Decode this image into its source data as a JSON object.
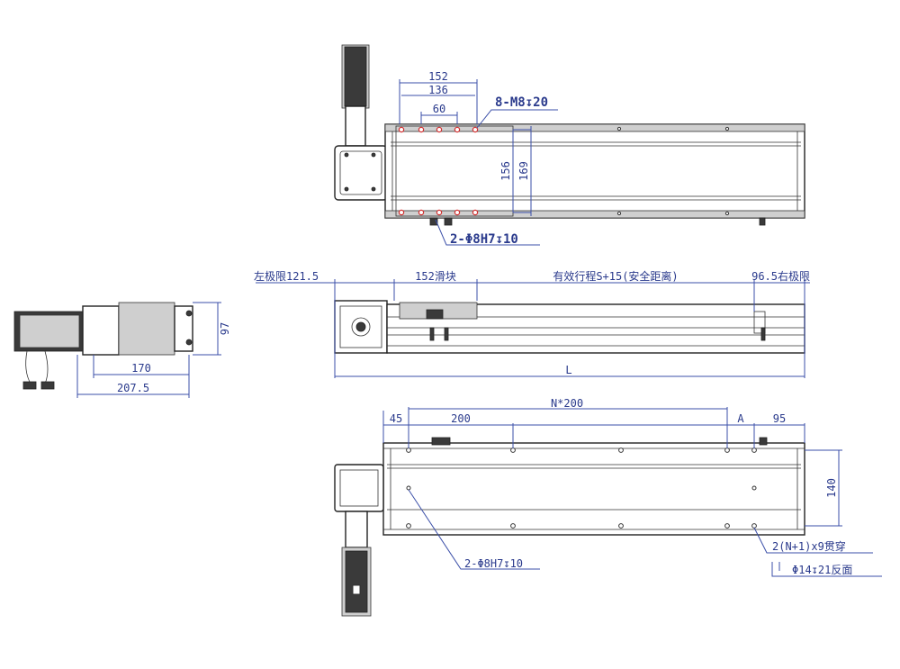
{
  "top_view": {
    "dim_152": "152",
    "dim_136": "136",
    "dim_60": "60",
    "dim_156": "156",
    "dim_169": "169",
    "callout_thread": "8-M8↧20",
    "callout_pin": "2-Φ8H7↧10"
  },
  "side_view": {
    "left_limit": "左极限121.5",
    "slider": "152滑块",
    "stroke": "有效行程S+15(安全距离)",
    "right_limit": "96.5右极限",
    "overall": "L"
  },
  "end_view": {
    "dim_97": "97",
    "dim_170": "170",
    "dim_2075": "207.5"
  },
  "bottom_view": {
    "pitch_total": "N*200",
    "dim_45": "45",
    "dim_200": "200",
    "dim_A": "A",
    "dim_95": "95",
    "dim_140": "140",
    "callout_holes_1": "2(N+1)x9贯穿",
    "callout_holes_2": "Φ14↧21反面",
    "callout_pin": "2-Φ8H7↧10"
  }
}
